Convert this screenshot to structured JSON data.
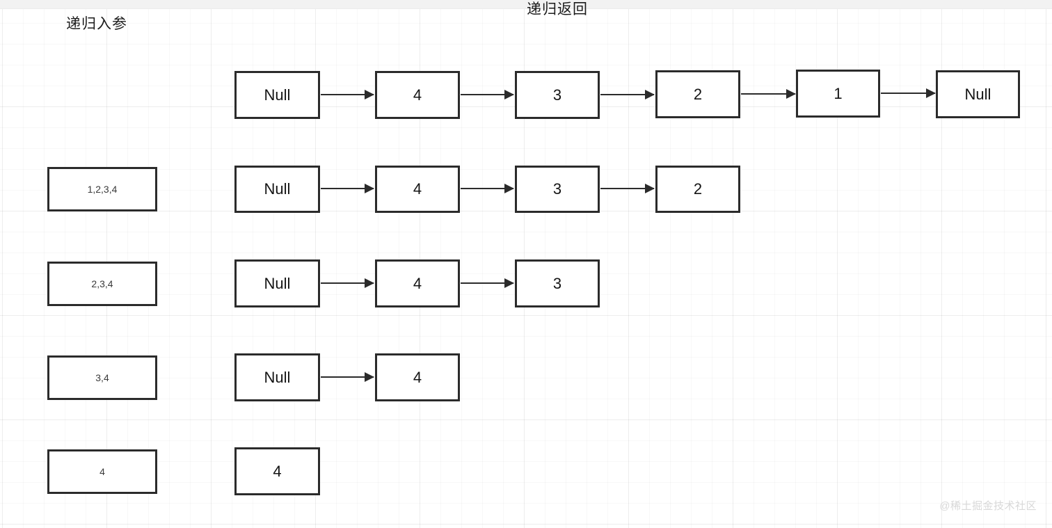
{
  "titles": {
    "left": "递归入参",
    "top": "递归返回"
  },
  "watermark": "@稀土掘金技术社区",
  "params_column": {
    "label": "递归入参",
    "boxes": [
      {
        "text": "1,2,3,4"
      },
      {
        "text": "2,3,4"
      },
      {
        "text": "3,4"
      },
      {
        "text": "4"
      }
    ]
  },
  "chains": [
    {
      "nodes": [
        "Null",
        "4",
        "3",
        "2",
        "1",
        "Null"
      ]
    },
    {
      "nodes": [
        "Null",
        "4",
        "3",
        "2"
      ]
    },
    {
      "nodes": [
        "Null",
        "4",
        "3"
      ]
    },
    {
      "nodes": [
        "Null",
        "4"
      ]
    },
    {
      "nodes": [
        "4"
      ]
    }
  ],
  "colors": {
    "border": "#2b2b2b",
    "text": "#141414",
    "grid": "#f0f0f0",
    "watermark": "#d8d8d8"
  }
}
